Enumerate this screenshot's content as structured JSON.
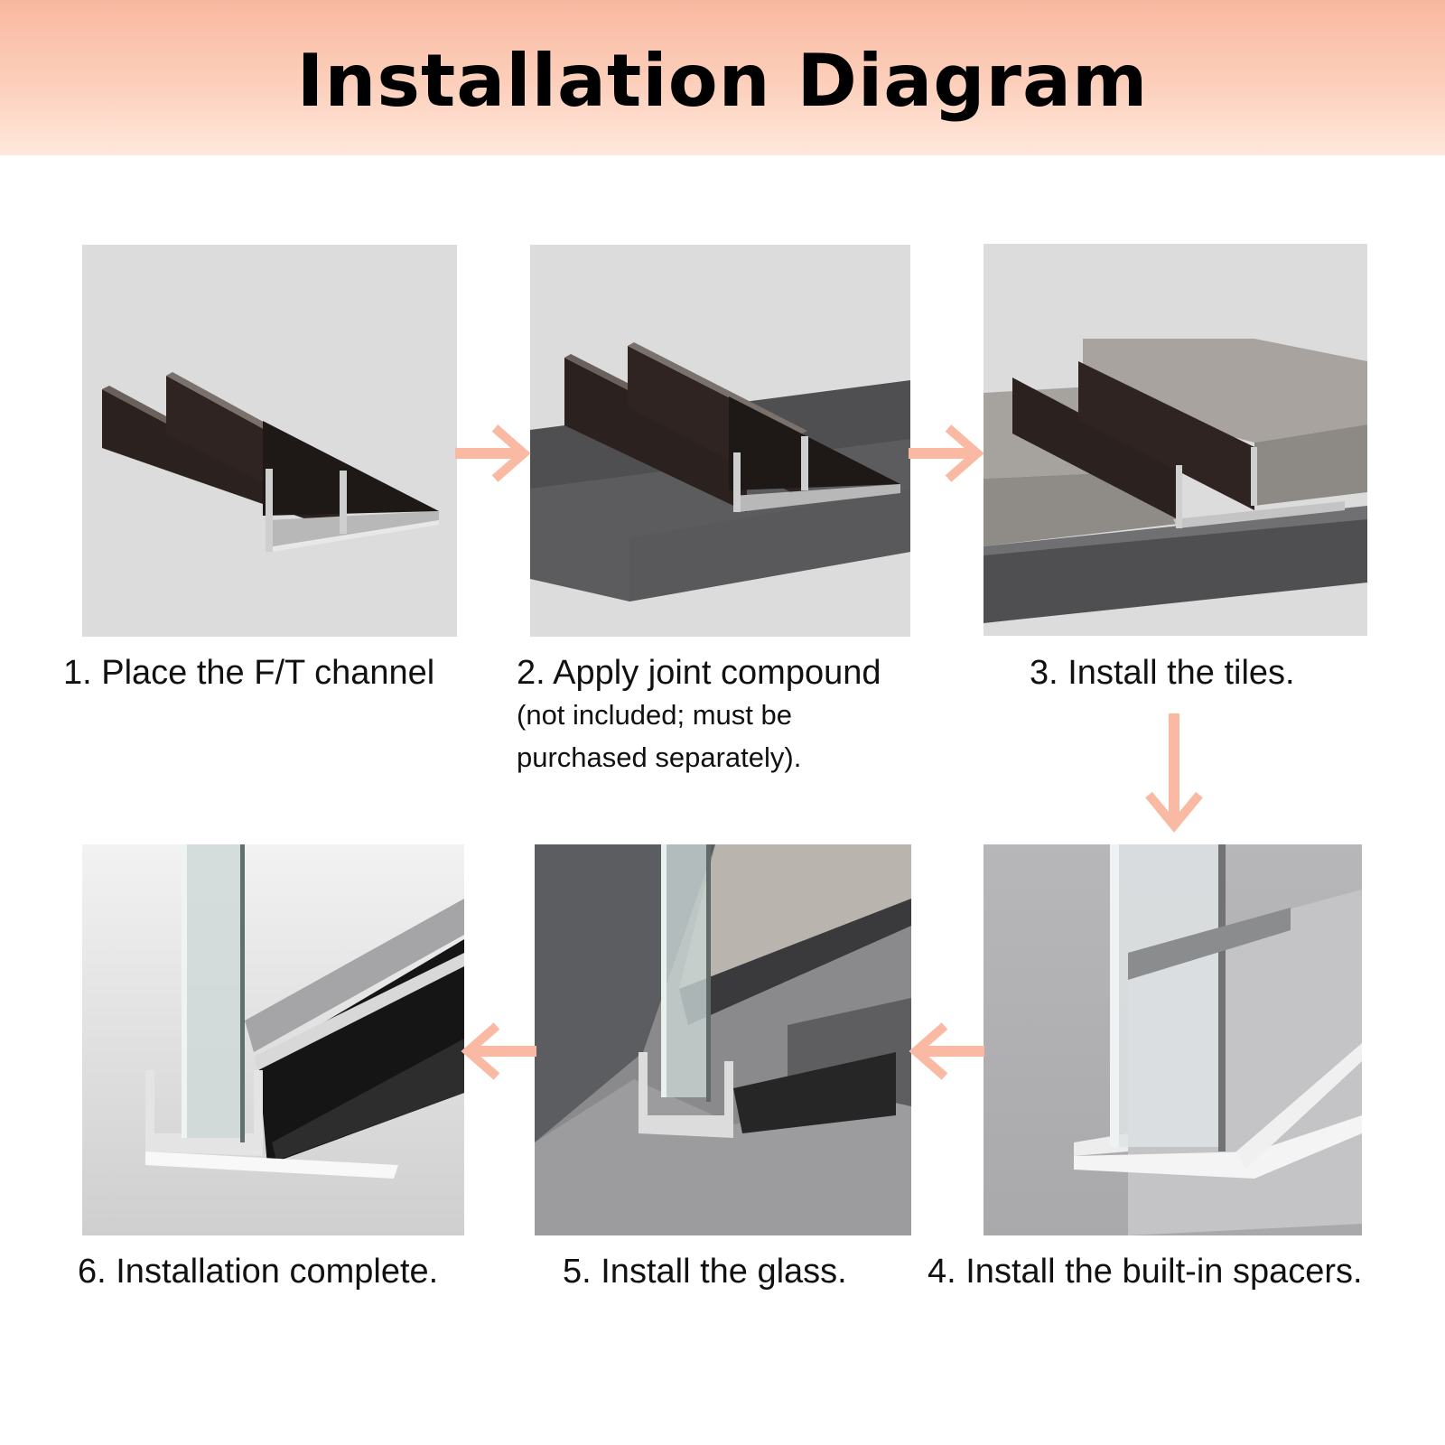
{
  "header": {
    "title": "Installation Diagram",
    "background_color": "#fbc3ab"
  },
  "arrow_color": "#f9b9a3",
  "steps": [
    {
      "number": 1,
      "caption": "1. Place the F/T channel",
      "note": []
    },
    {
      "number": 2,
      "caption": "2. Apply joint compound",
      "note": [
        "(not included; must be",
        "purchased separately)."
      ]
    },
    {
      "number": 3,
      "caption": "3. Install the tiles.",
      "note": []
    },
    {
      "number": 4,
      "caption": "4. Install the built-in spacers.",
      "note": []
    },
    {
      "number": 5,
      "caption": "5. Install the glass.",
      "note": []
    },
    {
      "number": 6,
      "caption": "6. Installation complete.",
      "note": []
    }
  ]
}
